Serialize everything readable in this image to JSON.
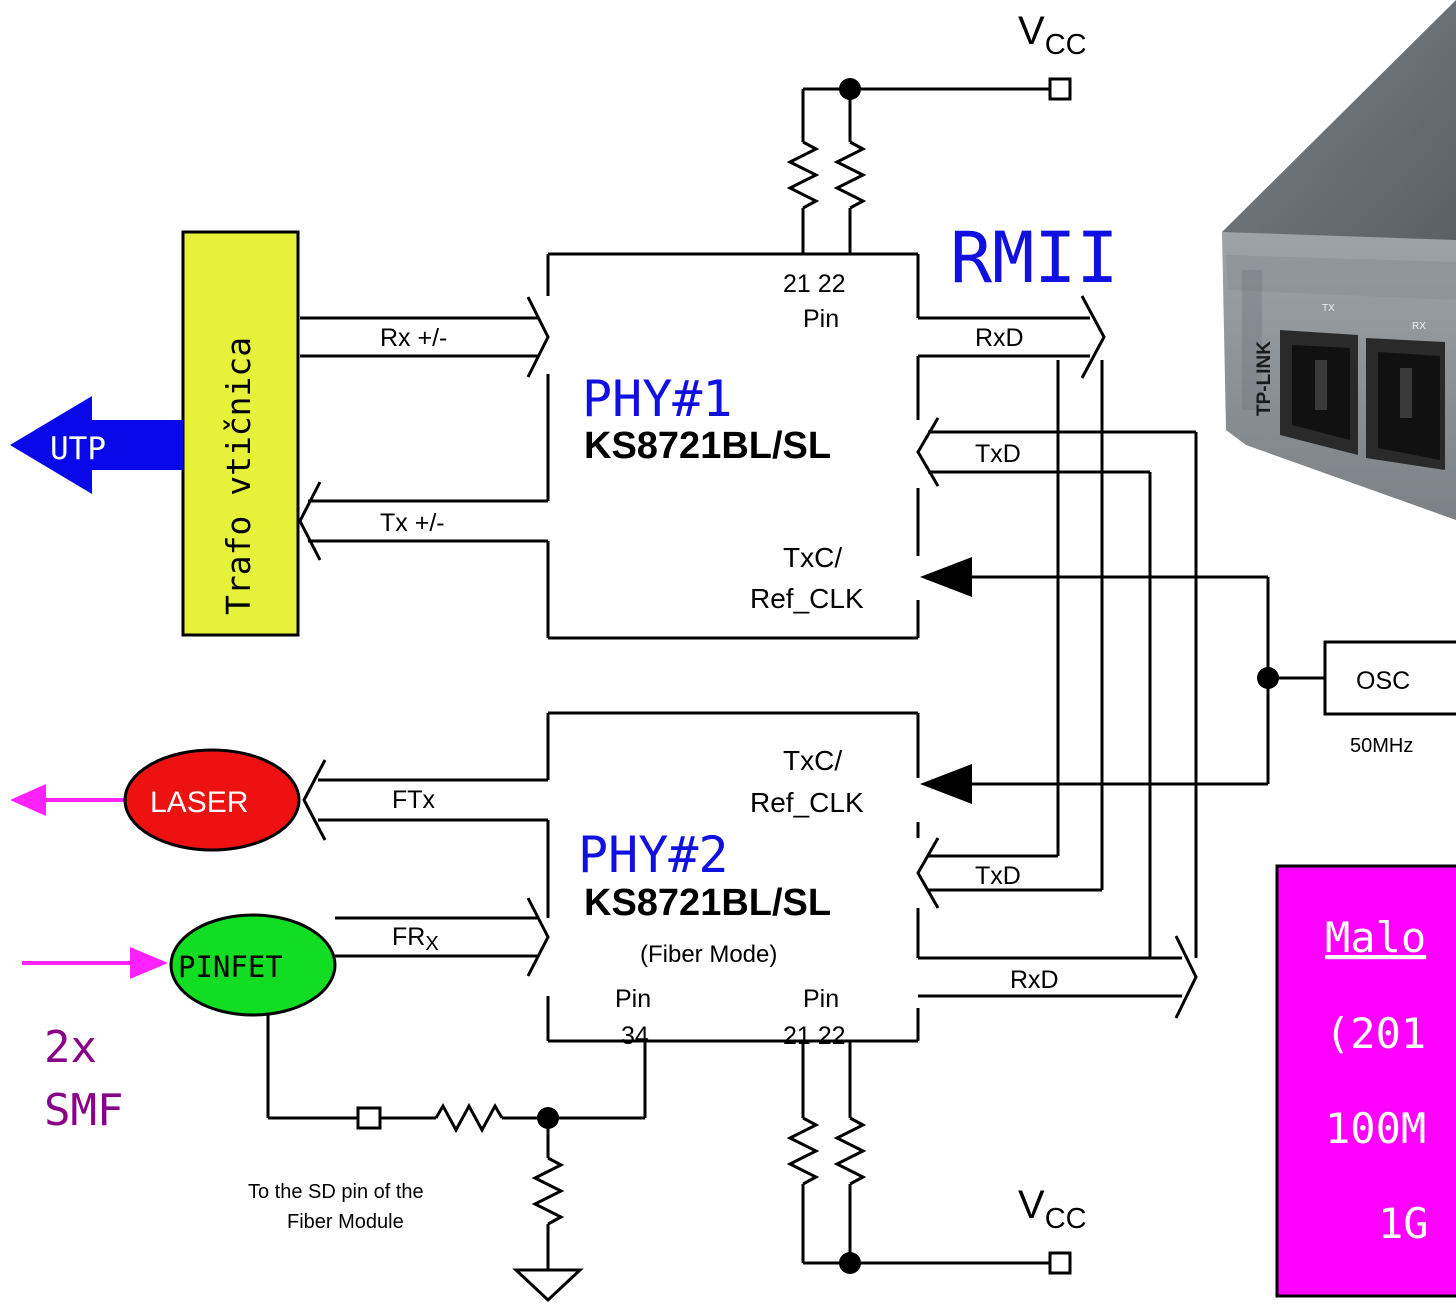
{
  "vcc_top": "V",
  "vcc_top_sub": "CC",
  "vcc_bottom": "V",
  "vcc_bottom_sub": "CC",
  "rmii_label": "RMII",
  "trafo_label": "Trafo vtičnica",
  "utp_label": "UTP",
  "phy1": {
    "title": "PHY#1",
    "chip": "KS8721BL/SL",
    "pin_numbers": "21 22",
    "pin_label": "Pin",
    "txc": "TxC/",
    "refclk": "Ref_CLK"
  },
  "phy2": {
    "title": "PHY#2",
    "chip": "KS8721BL/SL",
    "mode": "(Fiber Mode)",
    "txc": "TxC/",
    "refclk": "Ref_CLK",
    "pin34_label": "Pin",
    "pin34_number": "34",
    "pin2122_label": "Pin",
    "pin2122_number": "21 22"
  },
  "signals": {
    "rx": "Rx +/-",
    "tx": "Tx +/-",
    "rxd1": "RxD",
    "txd1": "TxD",
    "ftx": "FTx",
    "frx": "FR",
    "frx_sub": "X",
    "txd2": "TxD",
    "rxd2": "RxD"
  },
  "osc": {
    "label": "OSC",
    "freq": "50MHz"
  },
  "laser_label": "LASER",
  "pinfet_label": "PINFET",
  "smf_line1": "2x",
  "smf_line2": "SMF",
  "sd_note_line1": "To the SD pin of the",
  "sd_note_line2": "Fiber Module",
  "photo_brand": "TP-LINK",
  "photo_tx": "TX",
  "photo_rx": "RX",
  "magenta_box": {
    "line1": "Malo",
    "line2": "(201",
    "line3": "100M",
    "line4": "1G"
  },
  "colors": {
    "phy_title": "#1010e0",
    "rmii": "#1010e0",
    "trafo_fill": "#e6f23a",
    "utp_arrow": "#0808e8",
    "laser_fill": "#ee1111",
    "pinfet_fill": "#11dd22",
    "fiber_arrow": "#ff22ff",
    "smf_text": "#880088",
    "magenta_box": "#ff00ff"
  }
}
